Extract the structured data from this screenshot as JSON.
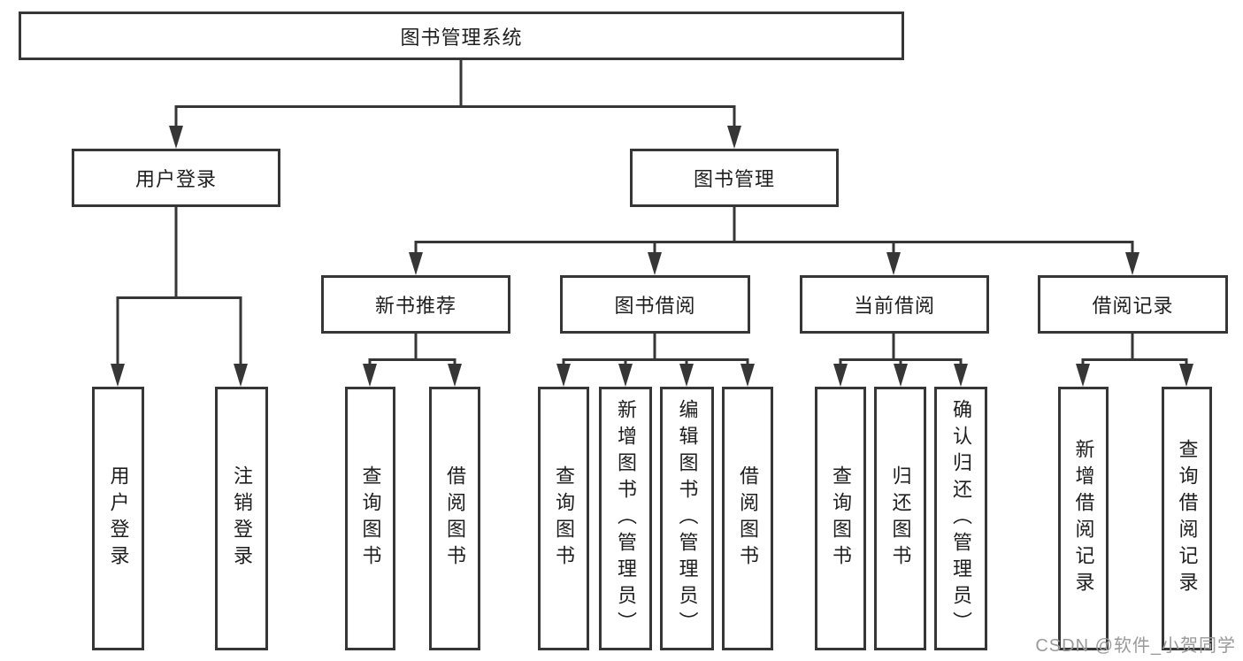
{
  "diagram": {
    "root": {
      "label": "图书管理系统"
    },
    "children": [
      {
        "label": "用户登录",
        "children": [
          {
            "label": "用户登录"
          },
          {
            "label": "注销登录"
          }
        ]
      },
      {
        "label": "图书管理",
        "children": [
          {
            "label": "新书推荐",
            "children": [
              {
                "label": "查询图书"
              },
              {
                "label": "借阅图书"
              }
            ]
          },
          {
            "label": "图书借阅",
            "children": [
              {
                "label": "查询图书"
              },
              {
                "label": "新增图书（管理员）"
              },
              {
                "label": "编辑图书（管理员）"
              },
              {
                "label": "借阅图书"
              }
            ]
          },
          {
            "label": "当前借阅",
            "children": [
              {
                "label": "查询图书"
              },
              {
                "label": "归还图书"
              },
              {
                "label": "确认归还（管理员）"
              }
            ]
          },
          {
            "label": "借阅记录",
            "children": [
              {
                "label": "新增借阅记录"
              },
              {
                "label": "查询借阅记录"
              }
            ]
          }
        ]
      }
    ]
  },
  "watermark": {
    "text": "CSDN @软件_小贺同学",
    "color": "#9a9a9a"
  },
  "colors": {
    "line": "#363636",
    "box_border": "#363636",
    "text": "#1e1e1e",
    "background": "#ffffff",
    "watermark": "#9a9a9a"
  }
}
